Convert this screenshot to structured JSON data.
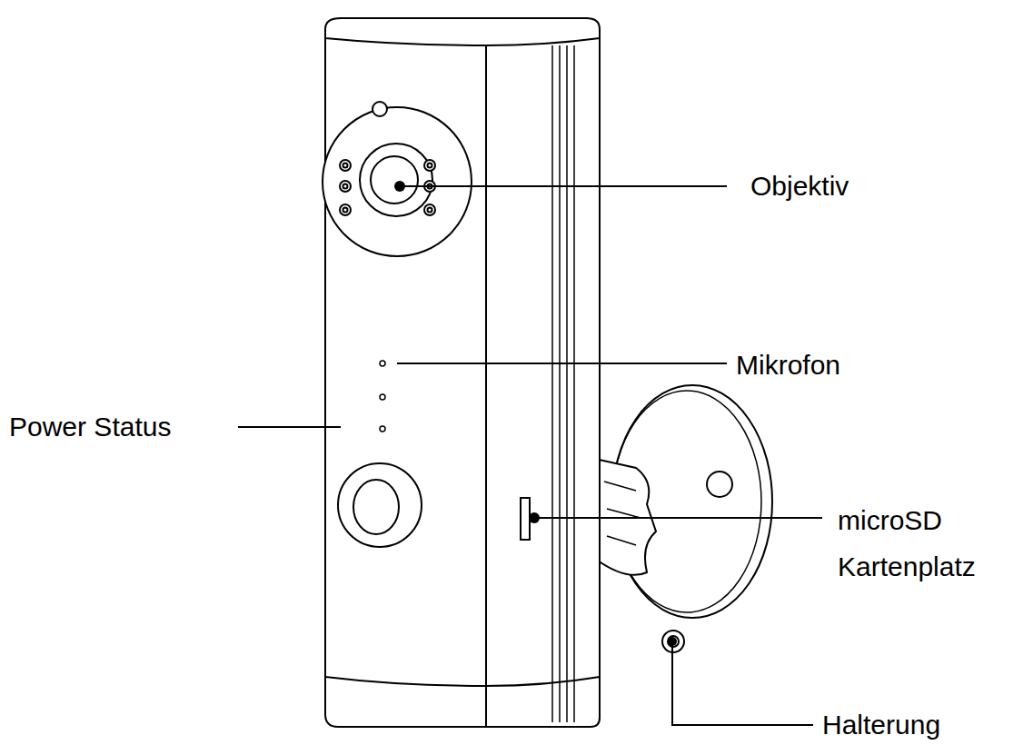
{
  "diagram": {
    "labels": [
      "Objektiv",
      "Mikrofon",
      "Power Status",
      "microSD Kartenplatz",
      "Halterung"
    ]
  }
}
